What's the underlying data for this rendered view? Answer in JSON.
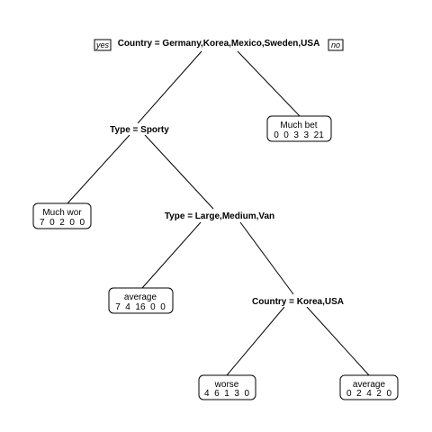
{
  "root": {
    "split": "Country = Germany,Korea,Mexico,Sweden,USA",
    "yes_label": "yes",
    "no_label": "no"
  },
  "type_split": {
    "split": "Type = Sporty"
  },
  "size_split": {
    "split": "Type = Large,Medium,Van"
  },
  "country_split": {
    "split": "Country = Korea,USA"
  },
  "leaves": {
    "much_better": {
      "class": "Much bet",
      "counts": "0  0  3  3  21"
    },
    "much_worse": {
      "class": "Much wor",
      "counts": "7  0  2  0  0"
    },
    "average_1": {
      "class": "average",
      "counts": "7  4  16  0  0"
    },
    "worse": {
      "class": "worse",
      "counts": "4  6  1  3  0"
    },
    "average_2": {
      "class": "average",
      "counts": "0  2  4  2  0"
    }
  }
}
